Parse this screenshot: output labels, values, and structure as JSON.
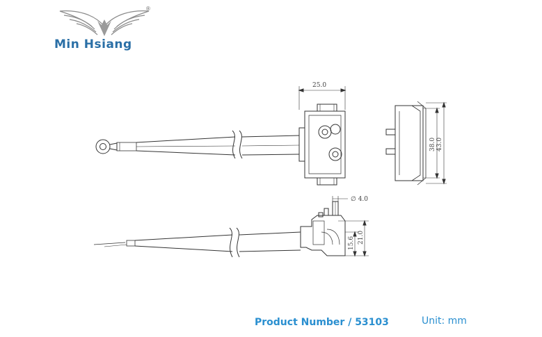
{
  "brand": {
    "name": "Min Hsiang",
    "registered_mark": "®",
    "color": "#2a6fa6"
  },
  "dimensions": {
    "top_width": "25.0",
    "side_inner_height": "38.0",
    "side_outer_height": "43.0",
    "tube_diameter": "∅ 4.0",
    "lower_height_small": "15.6",
    "lower_height_total": "21.0"
  },
  "footer": {
    "product_number": "Product Number / 53103",
    "unit": "Unit: mm",
    "color": "#2a8fd0"
  }
}
